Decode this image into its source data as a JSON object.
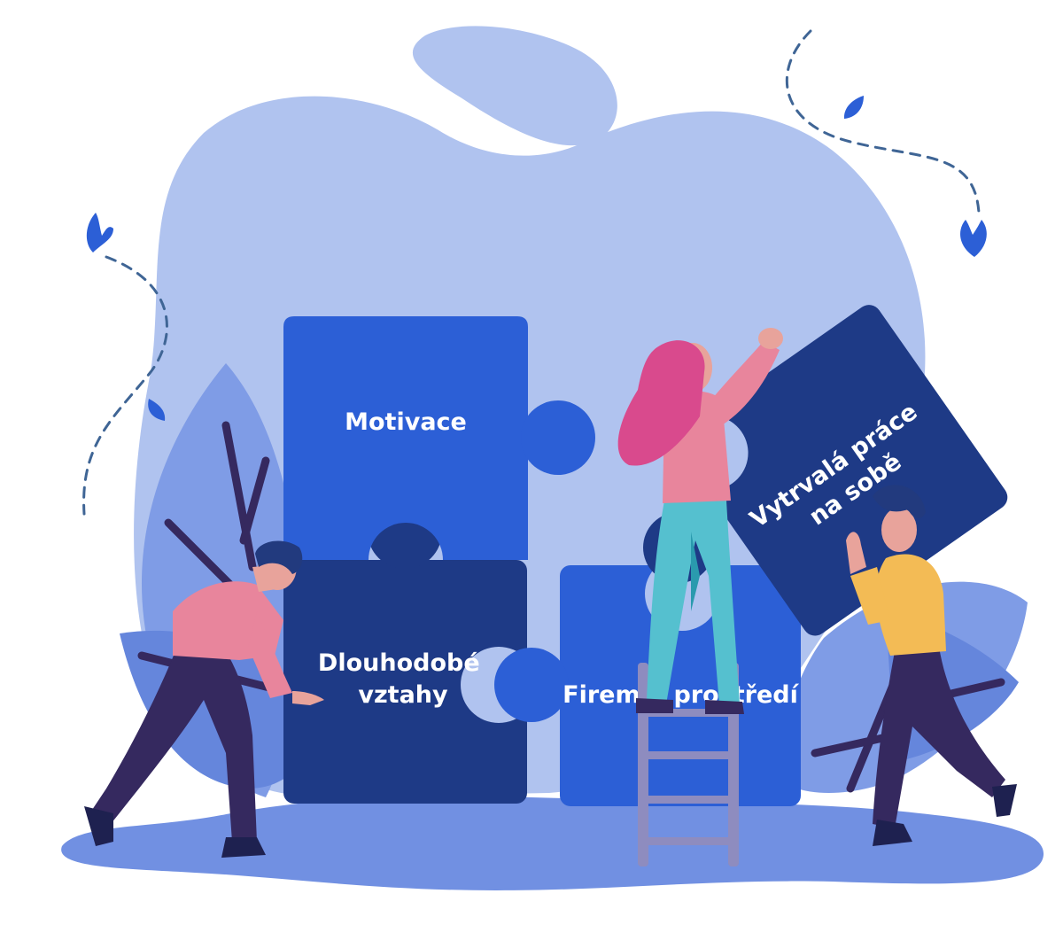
{
  "colors": {
    "cloud": "#b0c3ef",
    "ground": "#7190e2",
    "leaf_light": "#7f9ce6",
    "leaf_mid": "#6586dc",
    "piece_bright": "#2c5fd6",
    "piece_dark": "#1e3a86",
    "dash": "#3f6595",
    "pink_hair": "#d94a8d",
    "skin": "#e8a39b",
    "pants_dark": "#35295f",
    "pants_teal": "#55c0cf",
    "shirt_pink": "#e8859c",
    "shirt_yellow": "#f3bb55",
    "ladder": "#8e8cbf",
    "hair_navy": "#223a7e"
  },
  "pieces": {
    "motivace": "Motivace",
    "dlouhodobe_line1": "Dlouhodobé",
    "dlouhodobe_line2": "vztahy",
    "firemni": "Firemní prostředí",
    "vytrvala_line1": "Vytrvalá práce",
    "vytrvala_line2": "na sobě"
  },
  "icons": [
    "petal-icon",
    "petal-icon",
    "petal-icon",
    "petal-icon"
  ]
}
